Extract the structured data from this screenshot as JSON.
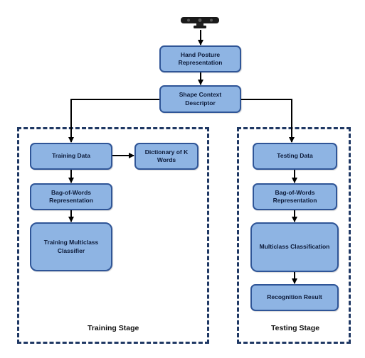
{
  "nodes": {
    "hand_posture": "Hand Posture Representation",
    "shape_context": "Shape Context Descriptor",
    "training_data": "Training Data",
    "dictionary": "Dictionary of K Words",
    "bow_training": "Bag-of-Words Representation",
    "training_classifier": "Training Multiclass Classifier",
    "testing_data": "Testing Data",
    "bow_testing": "Bag-of-Words Representation",
    "multiclass_classification": "Multiclass Classification",
    "recognition_result": "Recognition Result"
  },
  "stages": {
    "training": "Training Stage",
    "testing": "Testing Stage"
  },
  "icons": {
    "sensor": "depth-camera-icon"
  },
  "colors": {
    "box_fill": "#8eb4e3",
    "box_border": "#2f5597",
    "stage_border": "#1f3864",
    "arrow": "#000000"
  }
}
